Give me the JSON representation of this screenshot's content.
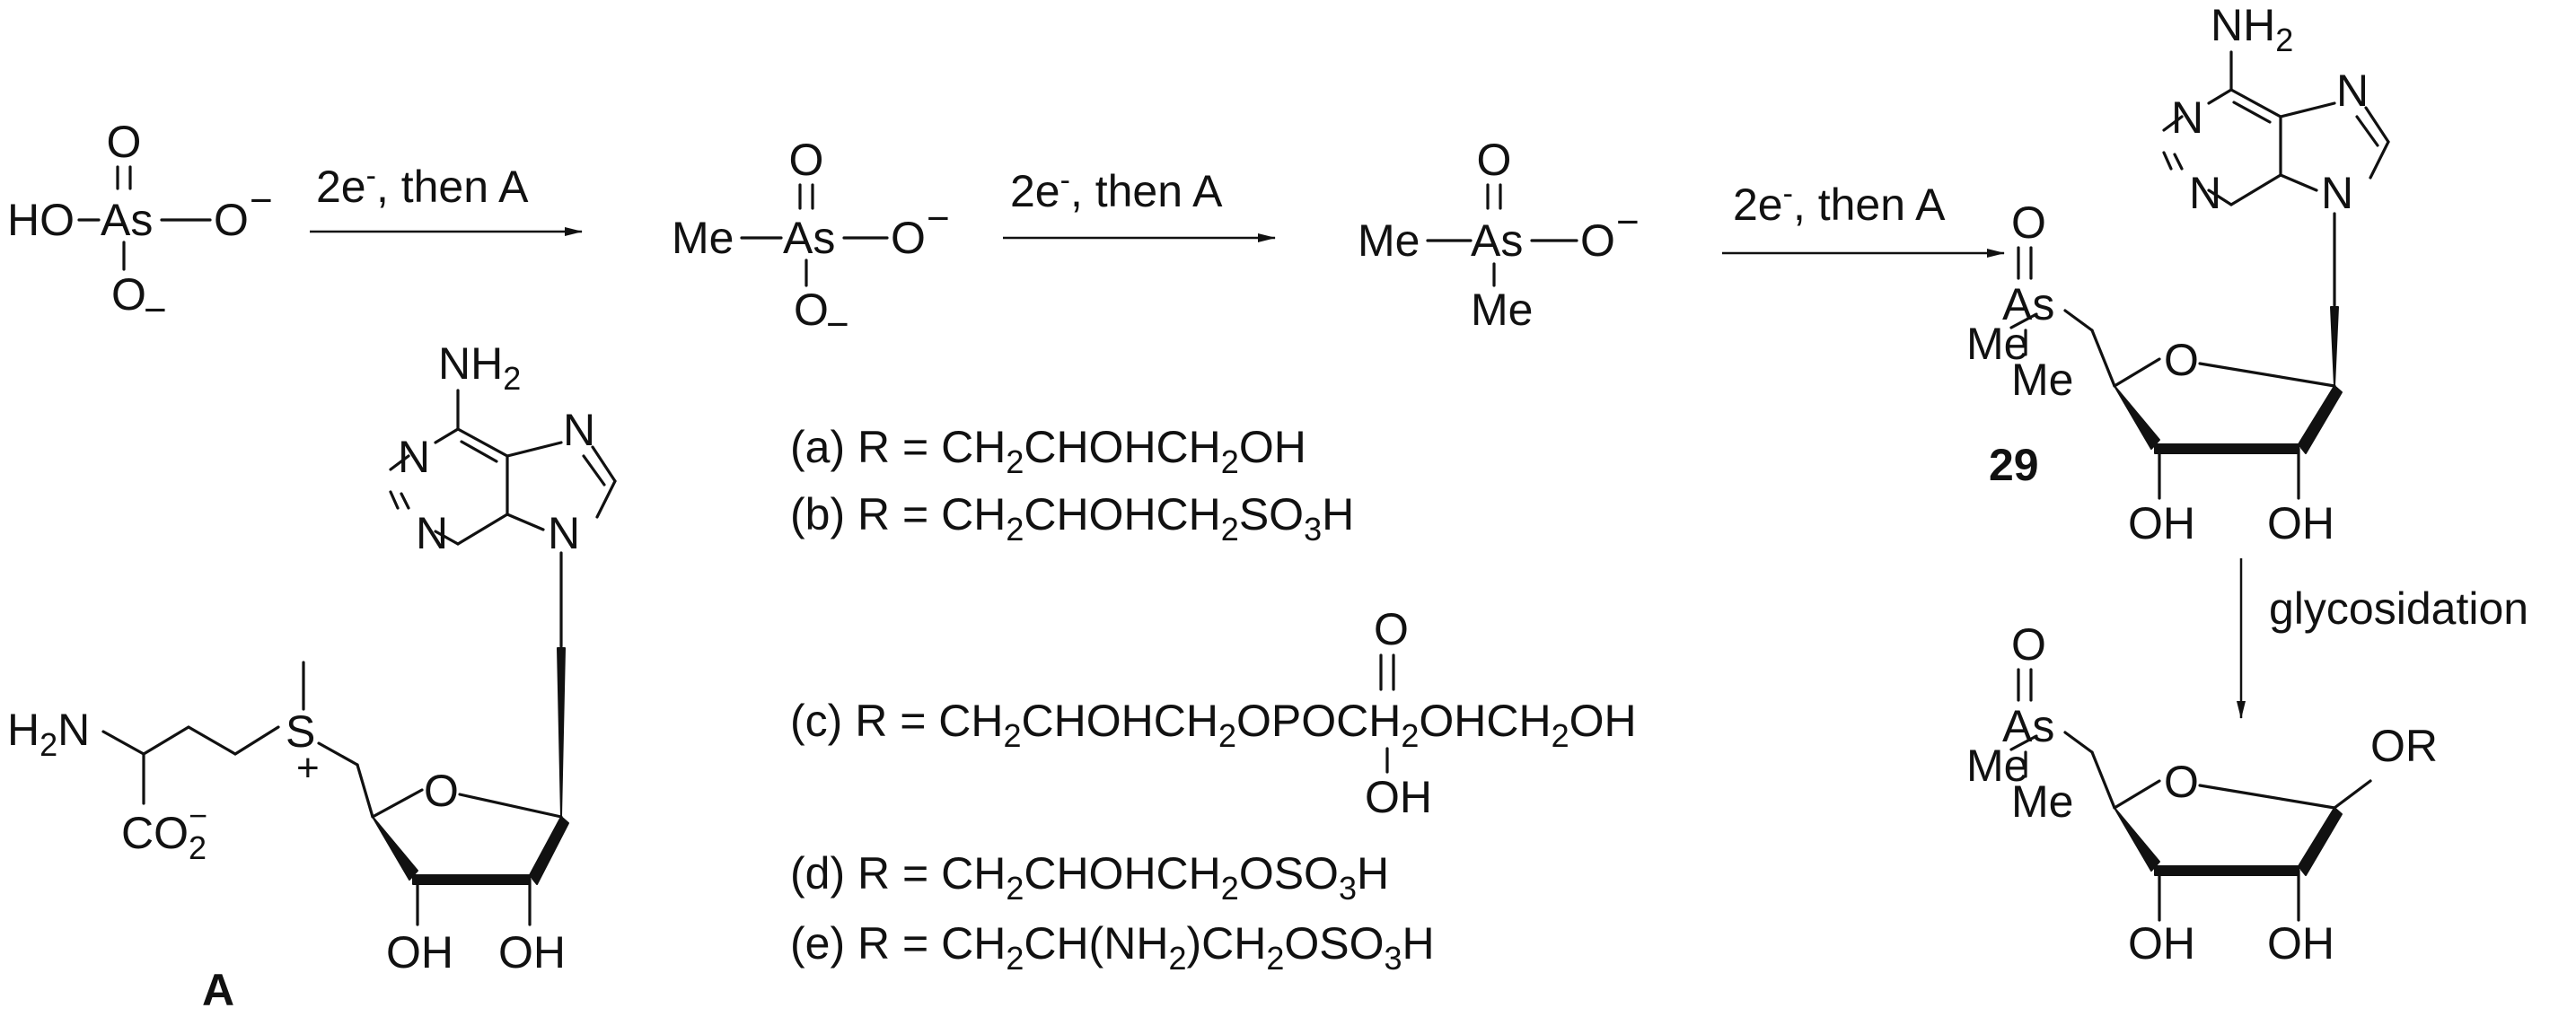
{
  "arsenate": {
    "o_top": "O",
    "ho": "HO",
    "as": "As",
    "o_right": "O",
    "charge_right": "−",
    "o_bottom": "O",
    "charge_bottom": "−"
  },
  "arrow1": {
    "e": "2e",
    "e_sup": "-",
    "rest": ", then A"
  },
  "mma": {
    "o_top": "O",
    "me": "Me",
    "as": "As",
    "o_right": "O",
    "charge_right": "−",
    "o_bottom": "O",
    "charge_bottom": "−"
  },
  "arrow2": {
    "e": "2e",
    "e_sup": "-",
    "rest": ", then A"
  },
  "dma": {
    "o_top": "O",
    "me_left": "Me",
    "as": "As",
    "o_right": "O",
    "charge_right": "−",
    "me_bottom": "Me"
  },
  "arrow3": {
    "e": "2e",
    "e_sup": "-",
    "rest": ", then A"
  },
  "compound29": {
    "label": "29",
    "nh2": "NH",
    "nh2_sub": "2",
    "n_purine_left_top": "N",
    "n_purine_left_bottom": "N",
    "n_imidazole_top": "N",
    "n_imidazole_bottom": "N",
    "as_o": "O",
    "as": "As",
    "me_left": "Me",
    "me_bottom": "Me",
    "ring_o": "O",
    "oh_left": "OH",
    "oh_right": "OH"
  },
  "glycosidation": {
    "label": "glycosidation"
  },
  "arsenosugar": {
    "as_o": "O",
    "as": "As",
    "me_left": "Me",
    "me_bottom": "Me",
    "ring_o": "O",
    "or": "OR",
    "oh_left": "OH",
    "oh_right": "OH"
  },
  "sam": {
    "label": "A",
    "nh2": "NH",
    "nh2_sub": "2",
    "n_left_top": "N",
    "n_left_bottom": "N",
    "n_imidazole_top": "N",
    "n_imidazole_bottom": "N",
    "h2n": "H",
    "h2n_sub": "2",
    "h2n_n": "N",
    "s": "S",
    "s_charge": "+",
    "co2": "CO",
    "co2_sub": "2",
    "co2_sup": "−",
    "ring_o": "O",
    "oh_left": "OH",
    "oh_right": "OH"
  },
  "r_groups": {
    "a": {
      "prefix": "(a) R = ",
      "parts": [
        "CH",
        "2",
        "CHOHCH",
        "2",
        "OH"
      ]
    },
    "b": {
      "prefix": "(b) R = ",
      "parts": [
        "CH",
        "2",
        "CHOHCH",
        "2",
        "SO",
        "3",
        "H"
      ]
    },
    "c": {
      "prefix": "(c) R = ",
      "parts": [
        "CH",
        "2",
        "CHOHCH",
        "2",
        "OPOCH",
        "2",
        "OHCH",
        "2",
        "OH"
      ],
      "p_o": "O",
      "p_oh": "OH"
    },
    "d": {
      "prefix": "(d) R = ",
      "parts": [
        "CH",
        "2",
        "CHOHCH",
        "2",
        "OSO",
        "3",
        "H"
      ]
    },
    "e": {
      "prefix": "(e) R = ",
      "parts": [
        "CH",
        "2",
        "CH(NH",
        "2",
        ")CH",
        "2",
        "OSO",
        "3",
        "H"
      ]
    }
  }
}
